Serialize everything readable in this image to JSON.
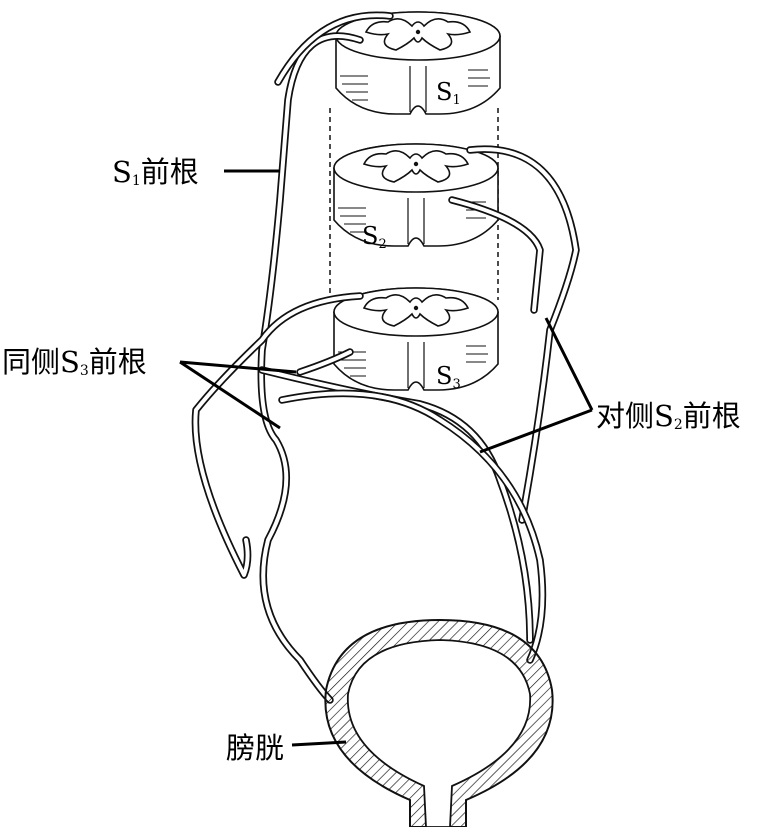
{
  "labels": {
    "s1_root": {
      "prefix": "S",
      "sub": "1",
      "suffix": "前根"
    },
    "ipsi_s3_root": {
      "prefix": "同侧S",
      "sub": "3",
      "suffix": "前根"
    },
    "contra_s2_root": {
      "prefix": "对侧S",
      "sub": "2",
      "suffix": "前根"
    },
    "bladder": "膀胱"
  },
  "segments": [
    {
      "prefix": "S",
      "sub": "1"
    },
    {
      "prefix": "S",
      "sub": "2"
    },
    {
      "prefix": "S",
      "sub": "3"
    }
  ]
}
